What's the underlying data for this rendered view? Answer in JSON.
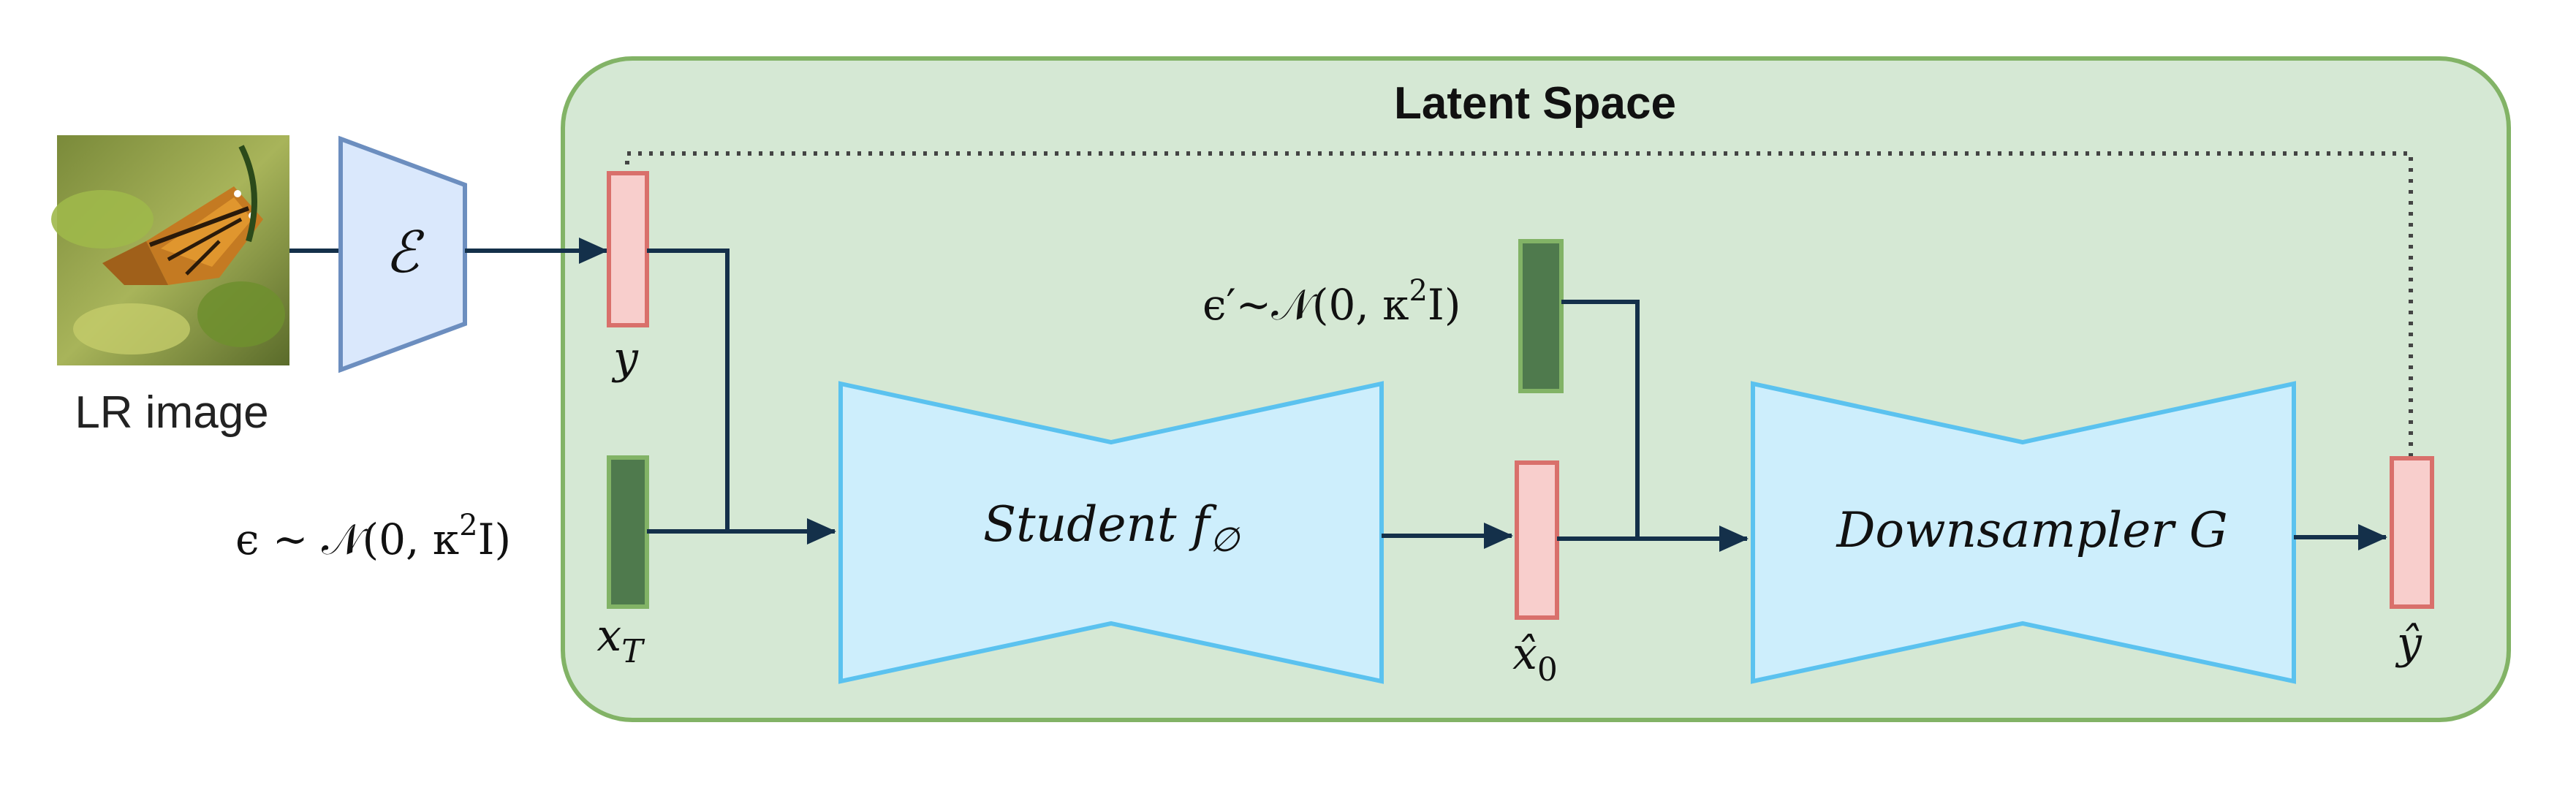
{
  "title": "Latent Space",
  "input": {
    "caption": "LR image"
  },
  "encoder": {
    "symbol": "ℰ"
  },
  "latents": {
    "y": "y",
    "x_T": "x",
    "x_T_sub": "T",
    "x0_hat": "x̂",
    "x0_hat_sub": "0",
    "y_hat": "ŷ"
  },
  "noise": {
    "eps_main": "ϵ ~ 𝒩(0, κ",
    "eps_sup": "2",
    "eps_tail": "I)",
    "eps_prime_main": "ϵ′~𝒩(0, κ",
    "eps_prime_sup": "2",
    "eps_prime_tail": "I)"
  },
  "blocks": {
    "student": "Student f",
    "student_sub": "∅",
    "downsampler": "Downsampler G"
  },
  "colors": {
    "latent_bg": "#d5e8d4",
    "latent_border": "#82b366",
    "encoder_fill": "#dae8fc",
    "encoder_border": "#6c8ebf",
    "block_fill": "#cdeefc",
    "block_border": "#5bc2ef",
    "pink_fill": "#f8cecc",
    "pink_border": "#d9706b",
    "dark_green": "#4f7a4d",
    "arrow": "#14304a"
  }
}
